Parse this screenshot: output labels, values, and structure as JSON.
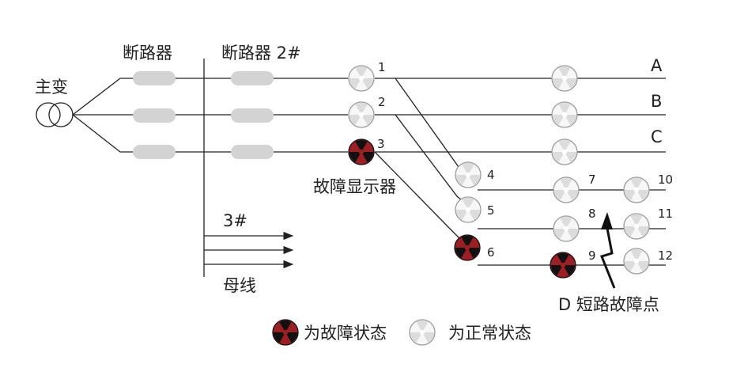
{
  "labels": {
    "transformer": "主变",
    "breaker_1": "断路器",
    "breaker_2": "断路器 2#",
    "busbar_num": "3#",
    "busbar": "母线",
    "fault_indicator": "故障显示器",
    "fault_point": "D 短路故障点"
  },
  "phases": [
    "A",
    "B",
    "C"
  ],
  "indicator_numbers": [
    "1",
    "2",
    "3",
    "4",
    "5",
    "6",
    "7",
    "8",
    "9",
    "10",
    "11",
    "12"
  ],
  "legend": {
    "fault": "为故障状态",
    "normal": "为正常状态"
  },
  "colors": {
    "fault_red": "#9c1f24",
    "fault_black": "#111111",
    "normal_light": "#dcdcdc",
    "breaker_gray": "#d3d3d3",
    "line": "#222222"
  },
  "icons": {
    "fault": "red-black-trefoil-icon",
    "normal": "white-gray-trefoil-icon"
  }
}
